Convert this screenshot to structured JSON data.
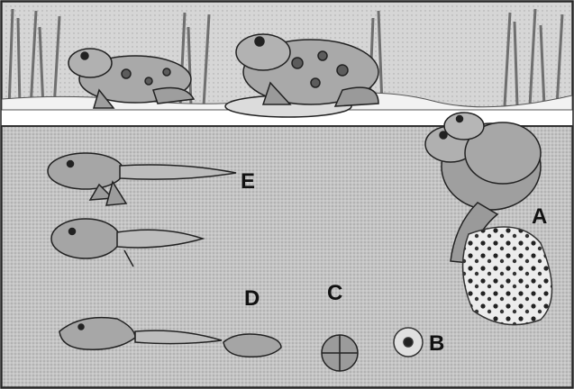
{
  "labels": {
    "a": "A",
    "b": "B",
    "c": "C",
    "d": "D",
    "e": "E"
  },
  "colors": {
    "water": "#c6c6c6",
    "sky": "#d4d4d4",
    "reeds": "#8a8a8a",
    "frog_body": "#a9a9a9",
    "frog_spots": "#5c5c5c",
    "egg_mass": "#e4e4e4",
    "ink": "#111111"
  }
}
